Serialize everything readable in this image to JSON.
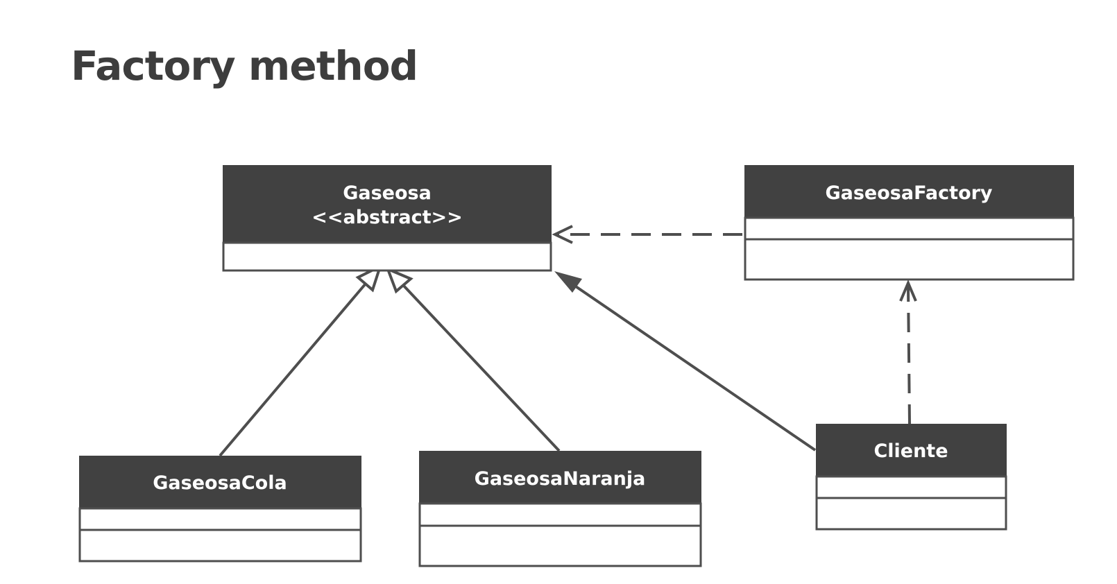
{
  "title": "Factory method",
  "colors": {
    "header": "#414141",
    "line": "#4e4e4e",
    "text_dark": "#3d3d3d",
    "text_light": "#ffffff",
    "background": "#ffffff"
  },
  "classes": {
    "gaseosa": {
      "name": "Gaseosa",
      "stereotype": "<<abstract>>"
    },
    "gaseosa_factory": {
      "name": "GaseosaFactory"
    },
    "gaseosa_cola": {
      "name": "GaseosaCola"
    },
    "gaseosa_naranja": {
      "name": "GaseosaNaranja"
    },
    "cliente": {
      "name": "Cliente"
    }
  },
  "relations": [
    {
      "from": "gaseosa_cola",
      "to": "gaseosa",
      "kind": "generalization"
    },
    {
      "from": "gaseosa_naranja",
      "to": "gaseosa",
      "kind": "generalization"
    },
    {
      "from": "cliente",
      "to": "gaseosa",
      "kind": "association"
    },
    {
      "from": "gaseosa_factory",
      "to": "gaseosa",
      "kind": "dependency"
    },
    {
      "from": "cliente",
      "to": "gaseosa_factory",
      "kind": "dependency"
    }
  ]
}
